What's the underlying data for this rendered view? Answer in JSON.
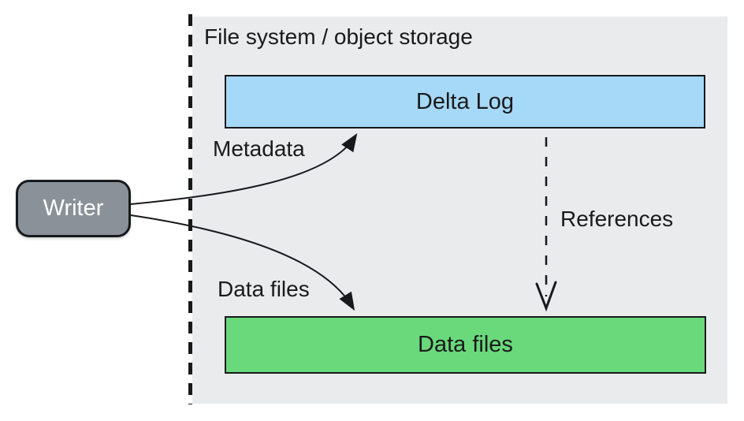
{
  "diagram": {
    "container_label": "File system / object storage",
    "writer_label": "Writer",
    "boxes": {
      "delta_log": "Delta Log",
      "data_files": "Data files"
    },
    "edge_labels": {
      "metadata": "Metadata",
      "data_files": "Data files",
      "references": "References"
    },
    "colors": {
      "page_bg": "#ffffff",
      "container_bg": "#e9ebed",
      "delta_log_fill": "#a6d8f8",
      "data_files_fill": "#69d97b",
      "writer_fill": "#8a9199",
      "writer_text": "#ffffff",
      "line": "#17191c",
      "text": "#1a1a1a"
    }
  }
}
